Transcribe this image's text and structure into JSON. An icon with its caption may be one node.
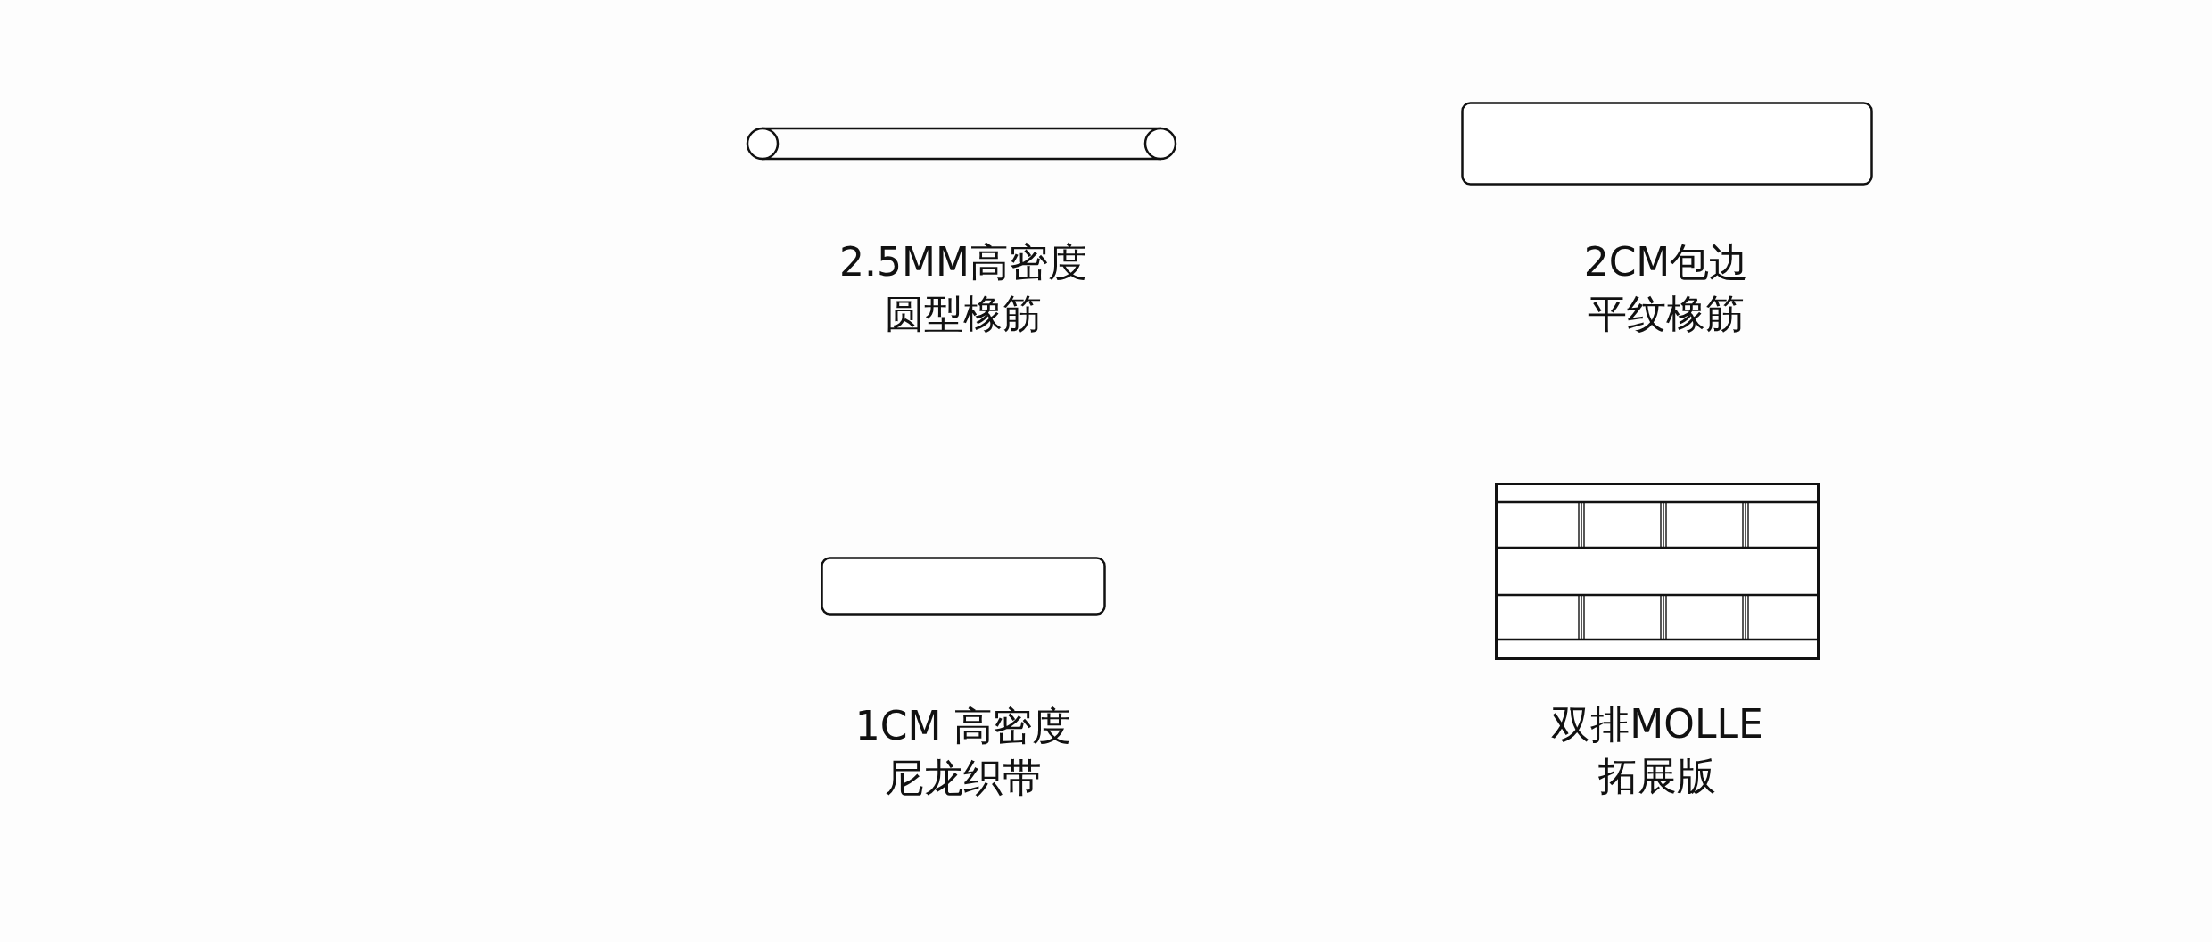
{
  "diagram": {
    "nodes": [
      {
        "text": [],
        "shape": "bar",
        "beside": [
          "2.5MM高密度",
          "圆型橡筋"
        ]
      },
      {
        "text": [],
        "shape": "box",
        "beside": [
          "2CM包边",
          "平纹橡筋"
        ]
      },
      {
        "text": [],
        "shape": "box",
        "beside": [
          "1CM 高密度",
          "尼龙织带"
        ]
      },
      {
        "text": [],
        "shape": "picture",
        "beside": [
          "双排MOLLE",
          "拓展版"
        ]
      }
    ]
  }
}
